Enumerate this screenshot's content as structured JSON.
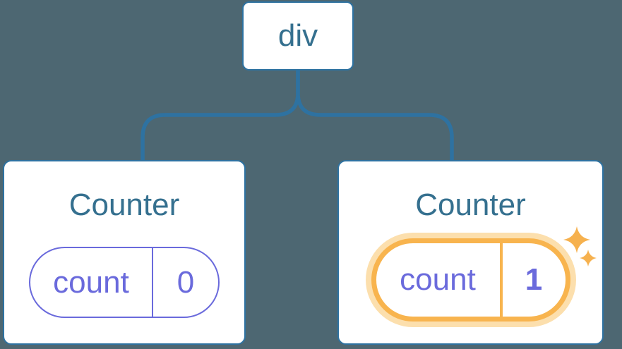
{
  "diagram": {
    "root": {
      "label": "div"
    },
    "children": [
      {
        "title": "Counter",
        "state": {
          "key": "count",
          "value": "0"
        },
        "highlighted": false
      },
      {
        "title": "Counter",
        "state": {
          "key": "count",
          "value": "1"
        },
        "highlighted": true,
        "badge_icon": "sparkles-icon"
      }
    ]
  },
  "colors": {
    "background": "#4d6772",
    "connector_blue": "#2e72a1",
    "node_fill": "#ffffff",
    "label_blue": "#35708f",
    "state_purple": "#6a6adc",
    "highlight_orange": "#f8b44e",
    "highlight_glow": "#fcdfad",
    "sparkle_orange": "#f6b14e"
  }
}
